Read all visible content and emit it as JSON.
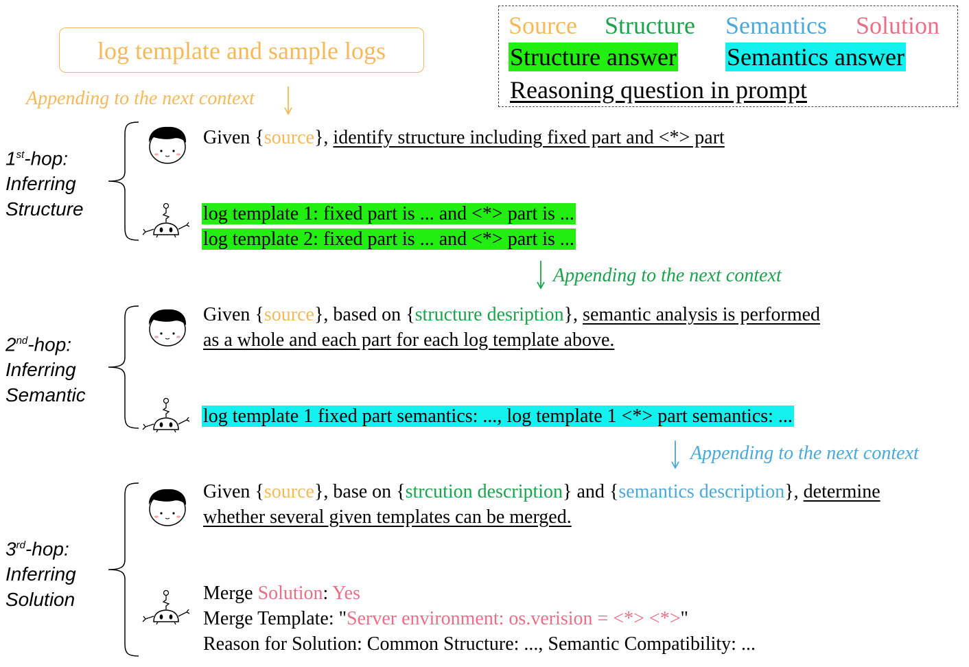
{
  "legend": {
    "source": "Source",
    "structure": "Structure",
    "semantics": "Semantics",
    "solution": "Solution",
    "structure_answer": "Structure answer",
    "semantics_answer": "Semantics answer",
    "reasoning_question": "Reasoning question in prompt"
  },
  "source_box": "log template and sample logs",
  "append_text": "Appending to the next context",
  "hops": [
    {
      "num": "1",
      "sup": "st",
      "suffix": "-hop:",
      "line2": "Inferring",
      "line3": "Structure"
    },
    {
      "num": "2",
      "sup": "nd",
      "suffix": "-hop:",
      "line2": "Inferring",
      "line3": "Semantic"
    },
    {
      "num": "3",
      "sup": "rd",
      "suffix": "-hop:",
      "line2": "Inferring",
      "line3": "Solution"
    }
  ],
  "hop1": {
    "given": "Given ",
    "source": "source",
    "comma": ", ",
    "question": "identify structure including fixed part and <*> part",
    "answer1": "log template 1: fixed part is ... and <*> part is ...",
    "answer2": "log template 2: fixed part is ... and <*> part is ..."
  },
  "hop2": {
    "given": "Given ",
    "source": "source",
    "based_on": ", based on ",
    "structure": "structure desription",
    "comma": ", ",
    "question_a": "semantic analysis is performed",
    "question_b": "as a whole and each part for each log template above.",
    "answer": "log template 1 fixed part semantics: ..., log template 1 <*> part semantics: ..."
  },
  "hop3": {
    "given": "Given ",
    "source": "source",
    "base_on": ", base on ",
    "structure": "strcution description",
    "and": " and ",
    "semantics": "semantics description",
    "comma": ", ",
    "question_a": "determine",
    "question_b": "whether several given templates can be merged.",
    "merge_prefix": "Merge ",
    "merge_solution": "Solution",
    "merge_colon": ": ",
    "merge_yes": "Yes",
    "template_prefix": "Merge Template: \"",
    "template_value": "Server environment: os.verision = <*> <*>",
    "template_suffix": "\"",
    "reason": "Reason for Solution: Common Structure: ..., Semantic Compatibility: ..."
  },
  "colors": {
    "source": "#f5b95a",
    "structure": "#1aa34a",
    "semantics": "#4ba8d8",
    "solution": "#e96f86",
    "structure_answer_bg": "#22ee12",
    "semantics_answer_bg": "#13f1ef"
  }
}
